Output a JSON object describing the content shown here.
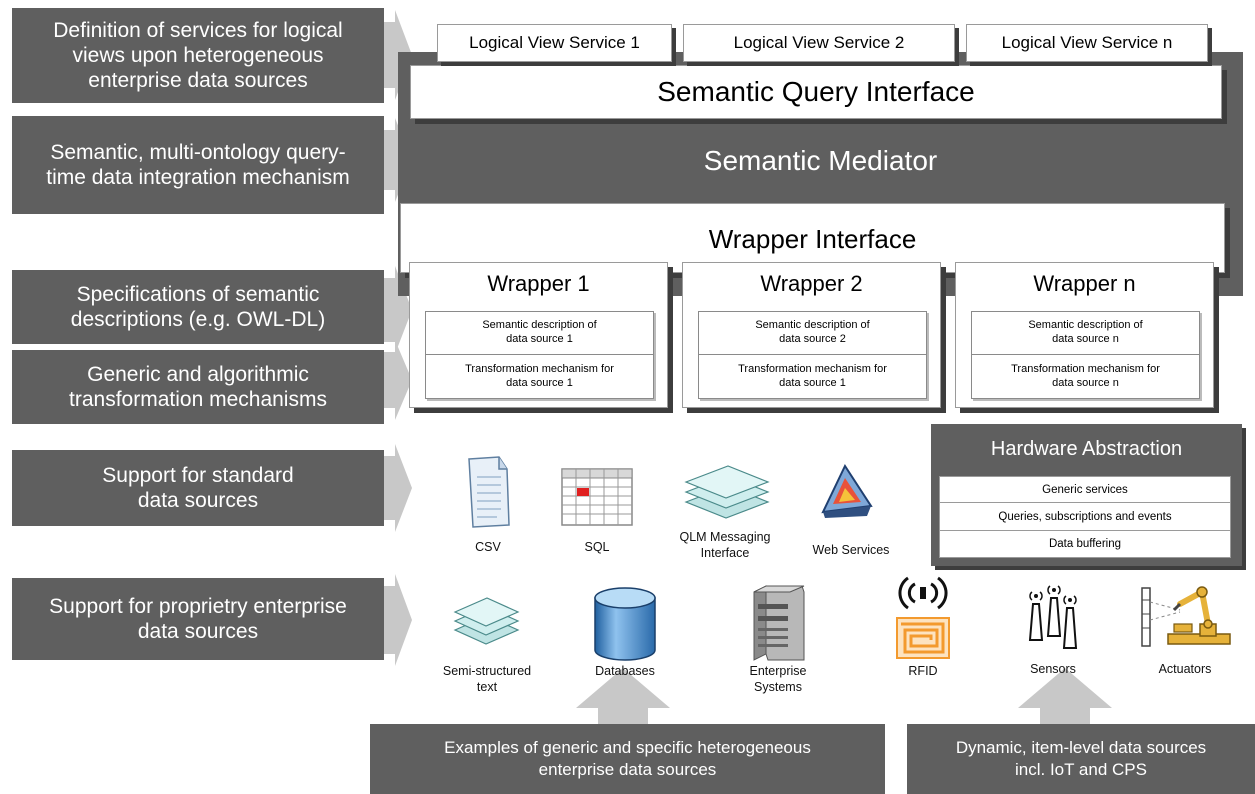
{
  "left_labels": [
    {
      "lines": [
        "Definition of services for logical",
        "views upon heterogeneous",
        "enterprise data sources"
      ]
    },
    {
      "lines": [
        "Semantic, multi-ontology query-",
        "time data integration mechanism"
      ]
    },
    {
      "lines": [
        "Specifications of semantic",
        "descriptions (e.g. OWL-DL)"
      ]
    },
    {
      "lines": [
        "Generic and algorithmic",
        "transformation mechanisms"
      ]
    },
    {
      "lines": [
        "Support for standard",
        "data sources"
      ]
    },
    {
      "lines": [
        "Support for proprietry enterprise",
        "data sources"
      ]
    }
  ],
  "logical_view_services": [
    "Logical View Service 1",
    "Logical View Service 2",
    "Logical View Service n"
  ],
  "semantic_query_interface": "Semantic Query Interface",
  "semantic_mediator": "Semantic Mediator",
  "wrapper_interface": "Wrapper Interface",
  "wrappers": [
    {
      "title": "Wrapper 1",
      "semantic": [
        "Semantic description of",
        "data source 1"
      ],
      "transform": [
        "Transformation mechanism for",
        "data source 1"
      ]
    },
    {
      "title": "Wrapper 2",
      "semantic": [
        "Semantic description of",
        "data source 2"
      ],
      "transform": [
        "Transformation mechanism for",
        "data source 1"
      ]
    },
    {
      "title": "Wrapper n",
      "semantic": [
        "Semantic description of",
        "data source n"
      ],
      "transform": [
        "Transformation mechanism for",
        "data source n"
      ]
    }
  ],
  "hardware_abstraction": {
    "title": "Hardware Abstraction",
    "rows": [
      "Generic services",
      "Queries, subscriptions and events",
      "Data buffering"
    ]
  },
  "standard_sources": {
    "csv": [
      "CSV"
    ],
    "sql": [
      "SQL"
    ],
    "qlm": [
      "QLM Messaging",
      "Interface"
    ],
    "web": [
      "Web Services"
    ]
  },
  "proprietary_sources": {
    "semi": [
      "Semi-structured",
      "text"
    ],
    "databases": [
      "Databases"
    ],
    "enterprise": [
      "Enterprise",
      "Systems"
    ],
    "rfid": [
      "RFID"
    ],
    "sensors": [
      "Sensors"
    ],
    "actuators": [
      "Actuators"
    ]
  },
  "bottom_boxes": [
    {
      "lines": [
        "Examples of generic and specific heterogeneous",
        "enterprise data sources"
      ]
    },
    {
      "lines": [
        "Dynamic, item-level data sources",
        "incl. IoT and CPS"
      ]
    }
  ],
  "colors": {
    "dark": "#5f5f5f",
    "shadow": "#3d3d3d",
    "rfid_orange": "#f39a2e",
    "db_blue": "#4a8fd0"
  }
}
